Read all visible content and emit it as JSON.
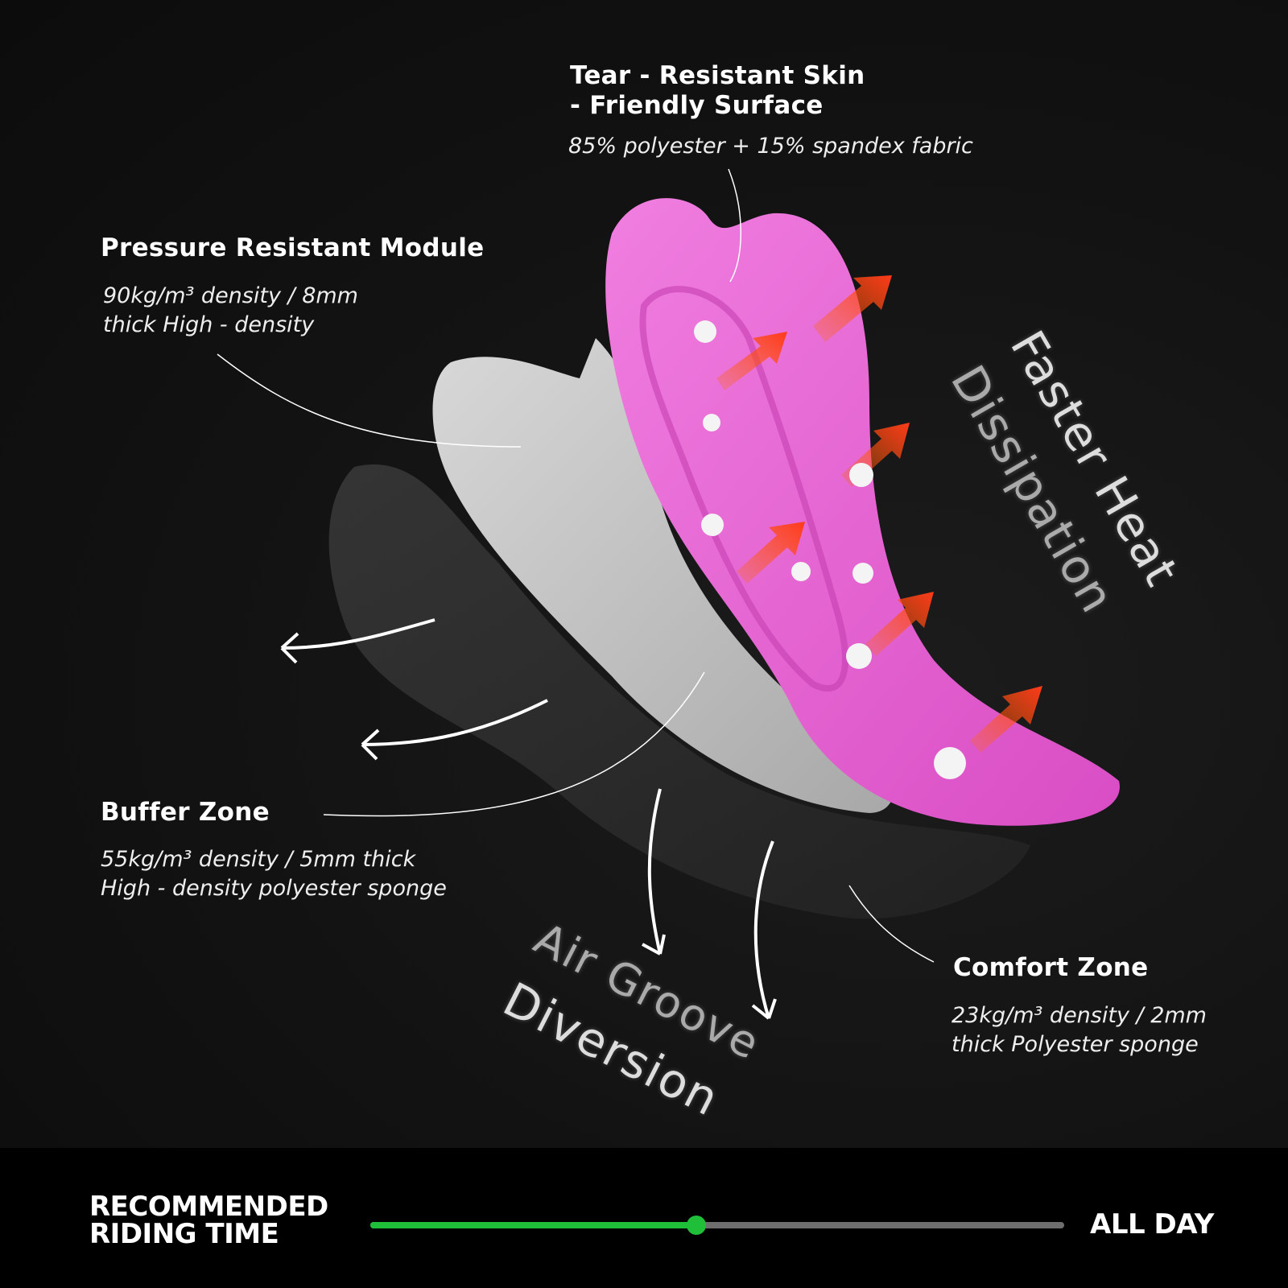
{
  "labels": {
    "surface": {
      "title_line1": "Tear - Resistant Skin",
      "title_line2": "- Friendly Surface",
      "desc": "85% polyester + 15% spandex fabric"
    },
    "pressure": {
      "title": "Pressure Resistant Module",
      "desc_line1": "90kg/m³ density / 8mm",
      "desc_line2": "thick High - density"
    },
    "buffer": {
      "title": "Buffer Zone",
      "desc_line1": "55kg/m³ density / 5mm thick",
      "desc_line2": "High - density polyester sponge"
    },
    "comfort": {
      "title": "Comfort Zone",
      "desc_line1": "23kg/m³ density / 2mm",
      "desc_line2": "thick Polyester sponge"
    },
    "heat": {
      "line1": "Faster Heat",
      "line2": "Dissipation"
    },
    "air": {
      "line1": "Air Groove",
      "line2": "Diversion"
    }
  },
  "riding_time": {
    "label_line1": "RECOMMENDED",
    "label_line2": "RIDING TIME",
    "end_label": "ALL DAY",
    "progress_fraction": 0.47
  },
  "colors": {
    "pad_pink": "#e65fd0",
    "arrow_orange": "#ff4a14",
    "progress_green": "#1fbf3a",
    "track_gray": "#6e6e6e"
  }
}
